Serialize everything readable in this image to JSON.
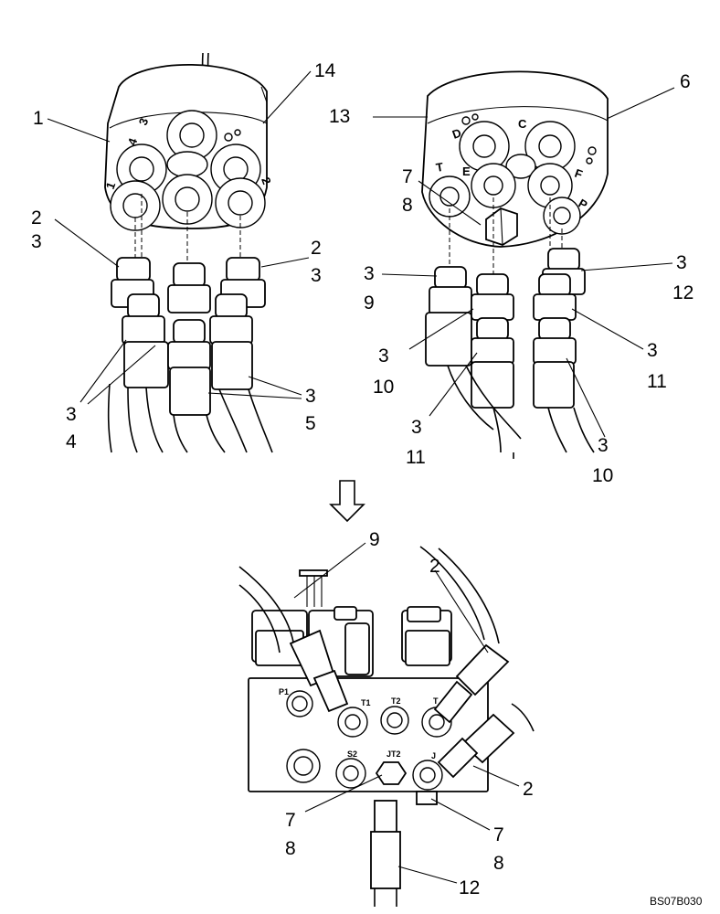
{
  "left_view": {
    "connector_ports": [
      "3",
      "4",
      "1",
      "2"
    ],
    "callouts": {
      "c1": "1",
      "c14": "14",
      "c2a": "2",
      "c3a": "3",
      "c2b": "2",
      "c3b": "3",
      "c3c": "3",
      "c4": "4",
      "c3d": "3",
      "c5": "5"
    }
  },
  "right_view": {
    "connector_ports": [
      "C",
      "D",
      "E",
      "F",
      "T",
      "P"
    ],
    "callouts": {
      "c13": "13",
      "c6": "6",
      "c7": "7",
      "c8": "8",
      "c3a": "3",
      "c9": "9",
      "c3b": "3",
      "c10a": "10",
      "c3c": "3",
      "c11a": "11",
      "c3d": "3",
      "c12": "12",
      "c3e": "3",
      "c11b": "11",
      "c3f": "3",
      "c10b": "10"
    }
  },
  "valve_view": {
    "port_labels": [
      "P1",
      "T1",
      "T2",
      "T",
      "S2",
      "JT2",
      "J"
    ],
    "callouts": {
      "c9": "9",
      "c2a": "2",
      "c2b": "2",
      "c7a": "7",
      "c8a": "8",
      "c7b": "7",
      "c8b": "8",
      "c12": "12"
    }
  },
  "figure_code": "BS07B030",
  "icons": {
    "arrow": "down-arrow-icon"
  }
}
